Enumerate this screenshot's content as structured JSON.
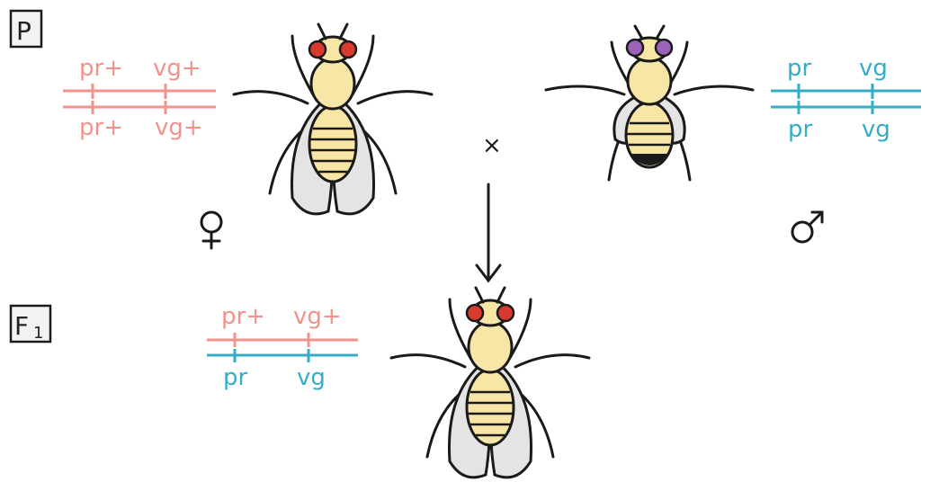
{
  "generations": {
    "p_label": "P",
    "f1_label": "F1",
    "f1_main": "F",
    "f1_sub": "1"
  },
  "cross_symbol": "×",
  "female": {
    "sex_symbol": "female-symbol",
    "chromosome_top": {
      "left_allele": "pr+",
      "right_allele": "vg+"
    },
    "chromosome_bottom": {
      "left_allele": "pr+",
      "right_allele": "vg+"
    },
    "eye_color": "#d93a30",
    "phenotype": "red eyes, normal wings"
  },
  "male": {
    "sex_symbol": "male-symbol",
    "chromosome_top": {
      "left_allele": "pr",
      "right_allele": "vg"
    },
    "chromosome_bottom": {
      "left_allele": "pr",
      "right_allele": "vg"
    },
    "eye_color": "#9a62b8",
    "phenotype": "purple eyes, vestigial wings"
  },
  "f1": {
    "chromosome_top": {
      "left_allele": "pr+",
      "right_allele": "vg+"
    },
    "chromosome_bottom": {
      "left_allele": "pr",
      "right_allele": "vg"
    },
    "eye_color": "#d93a30",
    "phenotype": "red eyes, normal wings"
  },
  "colors": {
    "wild_type_allele": "#f2928d",
    "mutant_allele": "#32aec8",
    "body": "#f8e6a6",
    "wing": "#e4e4e4",
    "outline": "#1a1a1a"
  }
}
